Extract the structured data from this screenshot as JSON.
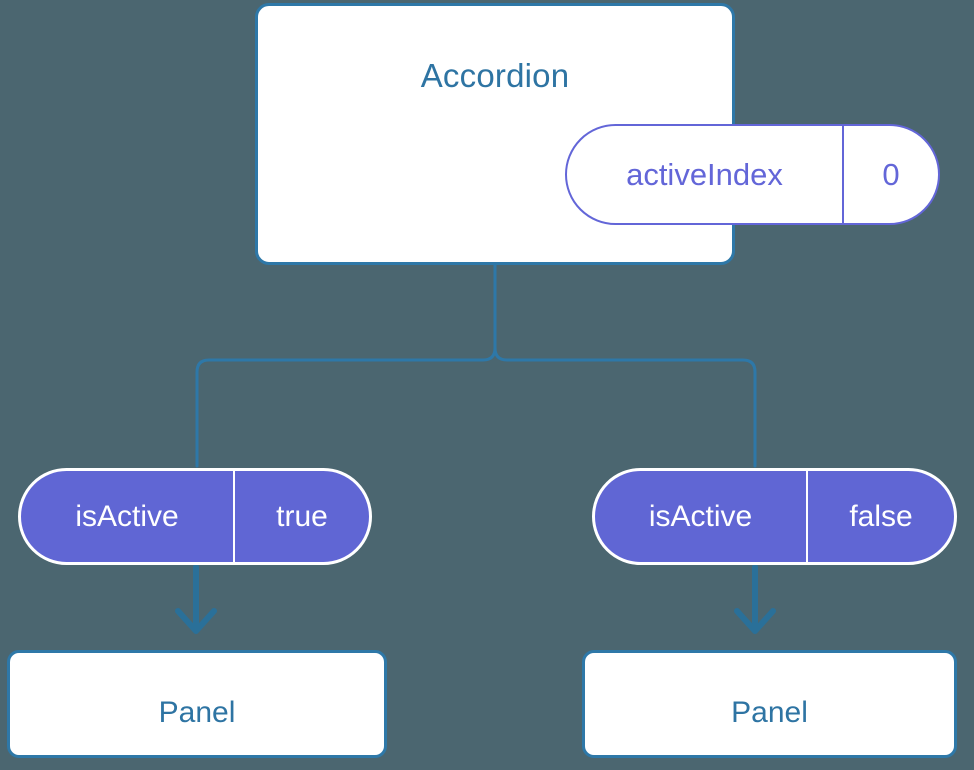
{
  "theme": {
    "background": "#4b6670",
    "card_bg": "#ffffff",
    "card_border": "#2e78a8",
    "title_text": "#2e74a3",
    "pill_outline": "#6366d8",
    "pill_fill": "#6066d4",
    "pill_fill_text": "#ffffff",
    "connector": "#2e78a8"
  },
  "root": {
    "title": "Accordion",
    "state": {
      "key": "activeIndex",
      "value": "0"
    }
  },
  "branches": [
    {
      "prop": {
        "key": "isActive",
        "value": "true"
      },
      "child": {
        "title": "Panel"
      }
    },
    {
      "prop": {
        "key": "isActive",
        "value": "false"
      },
      "child": {
        "title": "Panel"
      }
    }
  ]
}
